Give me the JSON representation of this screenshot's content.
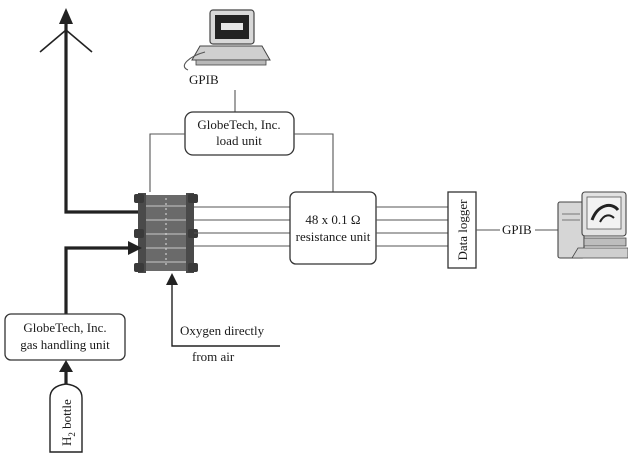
{
  "labels": {
    "gpib_top": "GPIB",
    "load_unit_line1": "GlobeTech, Inc.",
    "load_unit_line2": "load unit",
    "resistance_line1": "48 x 0.1 Ω",
    "resistance_line2": "resistance unit",
    "data_logger": "Data logger",
    "gpib_right": "GPIB",
    "gas_unit_line1": "GlobeTech, Inc.",
    "gas_unit_line2": "gas handling unit",
    "oxygen_line1": "Oxygen directly",
    "oxygen_line2": "from air",
    "bottle_h": "H",
    "bottle_sub": "2",
    "bottle_rest": " bottle"
  },
  "colors": {
    "line": "#222222",
    "thin_line": "#555555",
    "stack_fill": "#5a5a5a"
  },
  "icons": {
    "top_computer": "desktop-computer-icon",
    "right_computer": "desktop-computer-icon",
    "exhaust": "exhaust-arrow-icon"
  }
}
